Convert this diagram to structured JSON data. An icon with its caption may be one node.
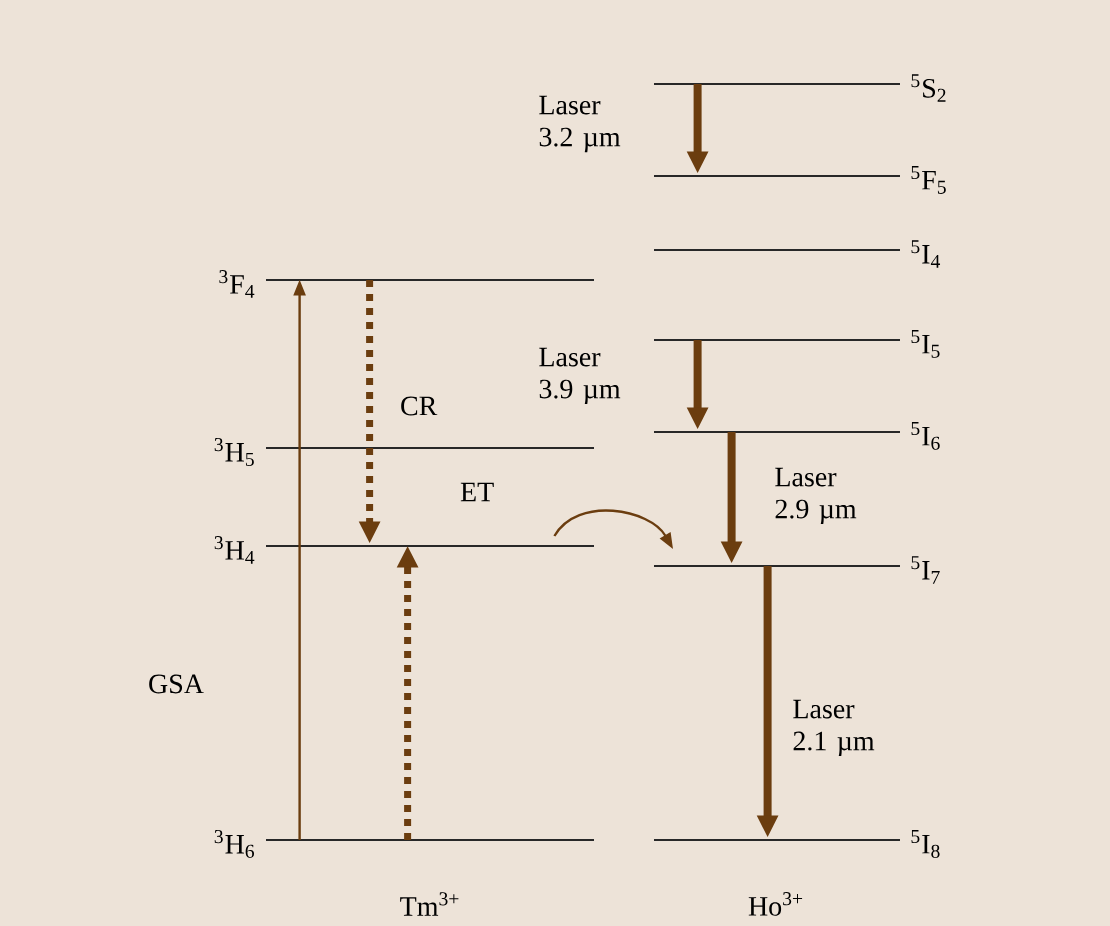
{
  "diagram": {
    "nodes": [
      {
        "text": [
          "$^{3}$F$_{4}$"
        ]
      },
      {
        "text": [
          "$^{3}$H$_{5}$"
        ]
      },
      {
        "text": [
          "$^{3}$H$_{4}$"
        ]
      },
      {
        "text": [
          "$^{3}$H$_{6}$"
        ]
      },
      {
        "text": [
          "$^{5}$S$_{2}$"
        ]
      },
      {
        "text": [
          "$^{5}$F$_{5}$"
        ]
      },
      {
        "text": [
          "$^{5}$I$_{4}$"
        ]
      },
      {
        "text": [
          "$^{5}$I$_{5}$"
        ]
      },
      {
        "text": [
          "$^{5}$I$_{6}$"
        ]
      },
      {
        "text": [
          "$^{5}$I$_{7}$"
        ]
      },
      {
        "text": [
          "$^{5}$I$_{8}$"
        ]
      }
    ],
    "edges": [
      {
        "from": 3,
        "to": 0,
        "arrow": "to",
        "label": "GSA"
      },
      {
        "from": 0,
        "to": 2,
        "arrow": "to",
        "label": "CR",
        "style": "dashed"
      },
      {
        "from": 3,
        "to": 2,
        "arrow": "to",
        "style": "dashed"
      },
      {
        "from": 2,
        "to": 9,
        "arrow": "to",
        "label": "ET"
      },
      {
        "from": 4,
        "to": 5,
        "arrow": "to",
        "label": "Laser 3.2 µm"
      },
      {
        "from": 7,
        "to": 8,
        "arrow": "to",
        "label": "Laser 3.9 µm"
      },
      {
        "from": 8,
        "to": 9,
        "arrow": "to",
        "label": "Laser 2.9 µm"
      },
      {
        "from": 9,
        "to": 10,
        "arrow": "to",
        "label": "Laser 2.1 µm"
      }
    ],
    "labels": [
      "Tm$^{3+}$",
      "Ho$^{3+}$"
    ]
  }
}
